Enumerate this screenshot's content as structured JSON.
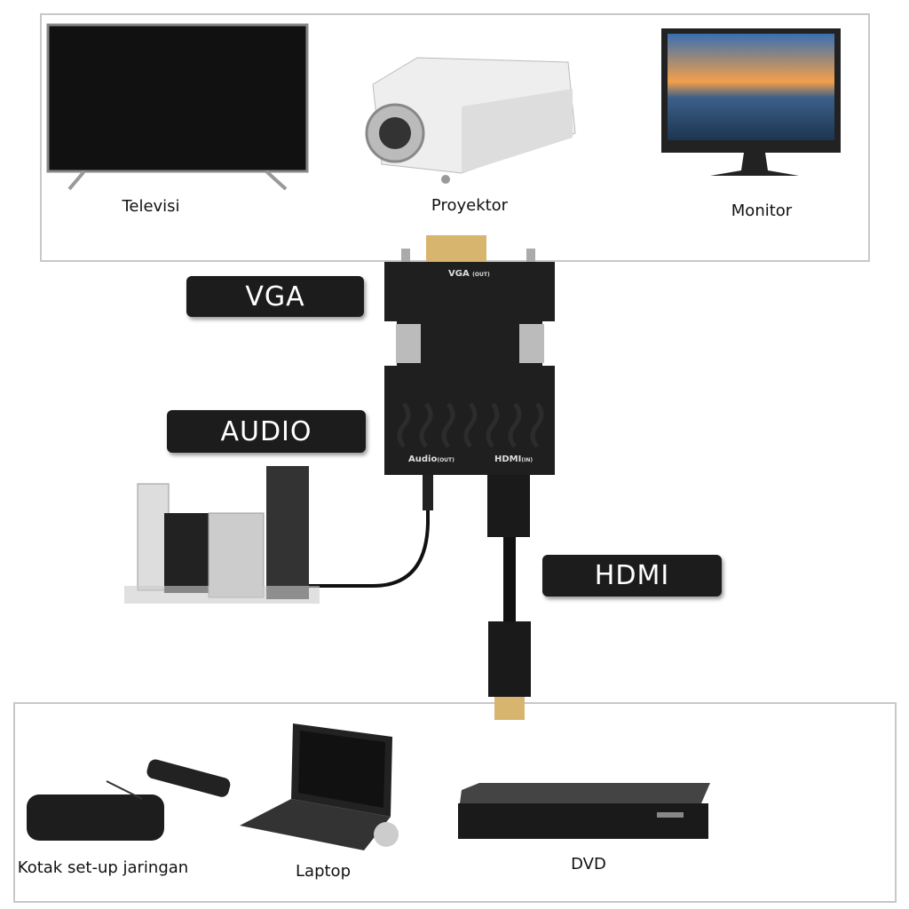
{
  "outputs": {
    "items": [
      {
        "label": "Televisi"
      },
      {
        "label": "Proyektor"
      },
      {
        "label": "Monitor"
      }
    ]
  },
  "inputs": {
    "items": [
      {
        "label": "Kotak set-up jaringan"
      },
      {
        "label": "Laptop"
      },
      {
        "label": "DVD"
      }
    ]
  },
  "badges": {
    "vga": "VGA",
    "audio": "AUDIO",
    "hdmi": "HDMI"
  },
  "adapter": {
    "vga": "VGA",
    "vga_sub": "(OUT)",
    "audio": "Audio",
    "audio_sub": "(OUT)",
    "hdmi": "HDMI",
    "hdmi_sub": "(IN)"
  }
}
